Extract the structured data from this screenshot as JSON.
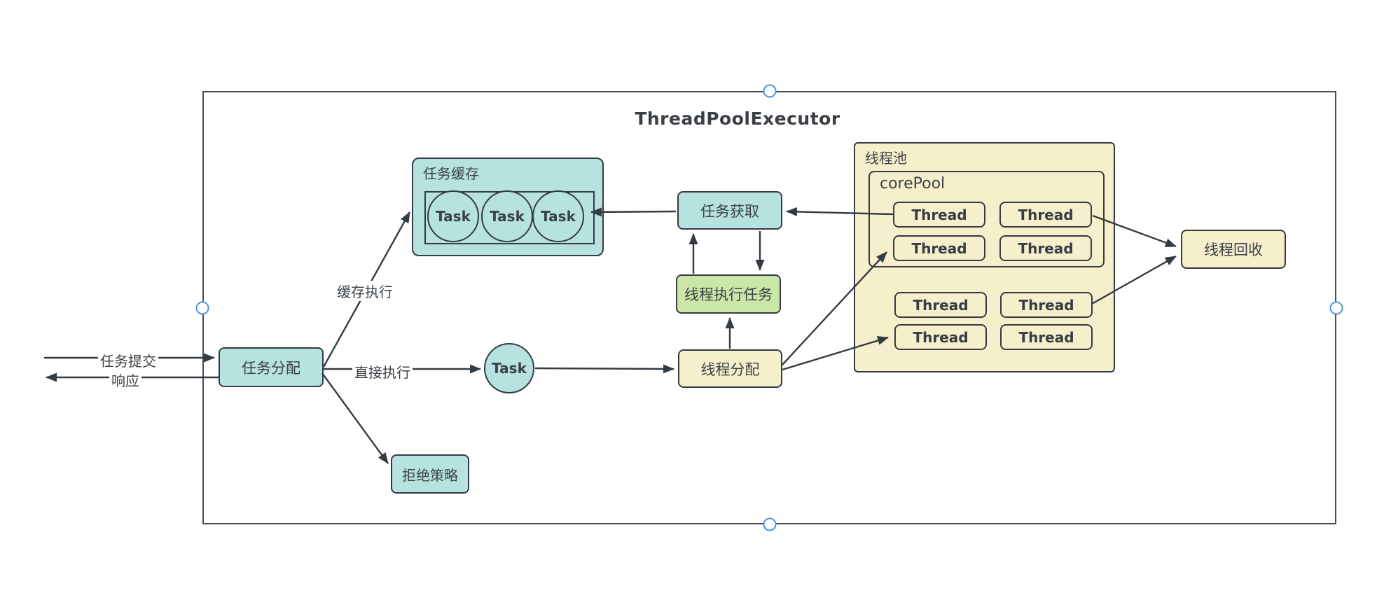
{
  "diagram": {
    "title": "ThreadPoolExecutor",
    "colors": {
      "node_cyan": "#b6e3e0",
      "node_tan": "#f6efcc",
      "node_green": "#cae7a8",
      "stroke": "#343b42",
      "outer_border": "#454d57",
      "selection_handle": "#4b96e6"
    },
    "nodes": {
      "task_dispatch": {
        "label": "任务分配"
      },
      "task_cache": {
        "label": "任务缓存",
        "tasks": [
          "Task",
          "Task",
          "Task"
        ]
      },
      "direct_task": {
        "label": "Task"
      },
      "reject_policy": {
        "label": "拒绝策略"
      },
      "task_fetch": {
        "label": "任务获取"
      },
      "thread_exec": {
        "label": "线程执行任务"
      },
      "thread_dispatch": {
        "label": "线程分配"
      },
      "thread_pool": {
        "label": "线程池",
        "core_pool_label": "corePool",
        "threads": [
          "Thread",
          "Thread",
          "Thread",
          "Thread",
          "Thread",
          "Thread",
          "Thread",
          "Thread"
        ]
      },
      "thread_recycle": {
        "label": "线程回收"
      }
    },
    "edge_labels": {
      "submit": "任务提交",
      "response": "响应",
      "cache_exec": "缓存执行",
      "direct_exec": "直接执行"
    }
  }
}
